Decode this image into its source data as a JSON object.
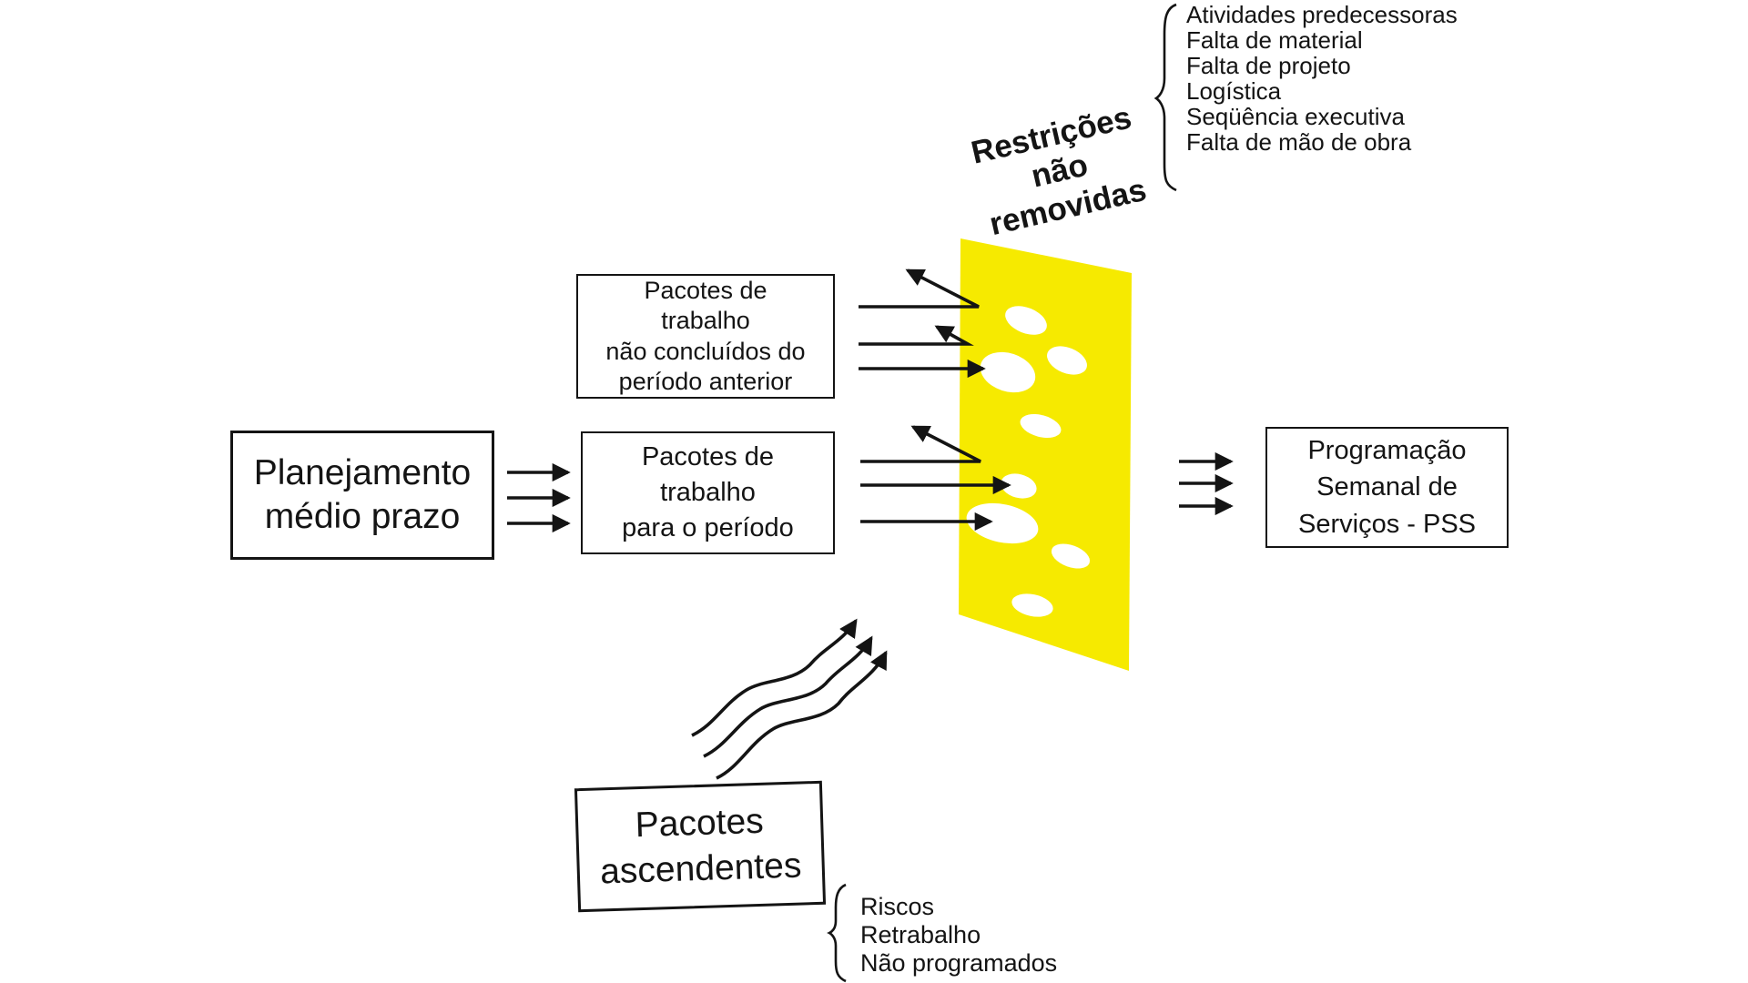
{
  "diagram": {
    "constraint_wall": {
      "label": "Restrições\nnão\nremovidas",
      "constraints_list": [
        "Atividades predecessoras",
        "Falta de material",
        "Falta de projeto",
        "Logística",
        "Seqüência executiva",
        "Falta de mão de obra"
      ]
    },
    "boxes": {
      "medium_term_planning": "Planejamento\nmédio prazo",
      "wp_not_concluded": "Pacotes de\ntrabalho\nnão concluídos do\nperíodo anterior",
      "wp_for_period": "Pacotes de\ntrabalho\npara o período",
      "weekly_schedule": "Programação\nSemanal de\nServiços -  PSS",
      "ascending_packages": "Pacotes\nascendentes"
    },
    "ascending_list": [
      "Riscos",
      "Retrabalho",
      "Não programados"
    ],
    "colors": {
      "wall_yellow": "#F6EA00",
      "ink": "#141414",
      "background": "#FFFFFF"
    }
  }
}
